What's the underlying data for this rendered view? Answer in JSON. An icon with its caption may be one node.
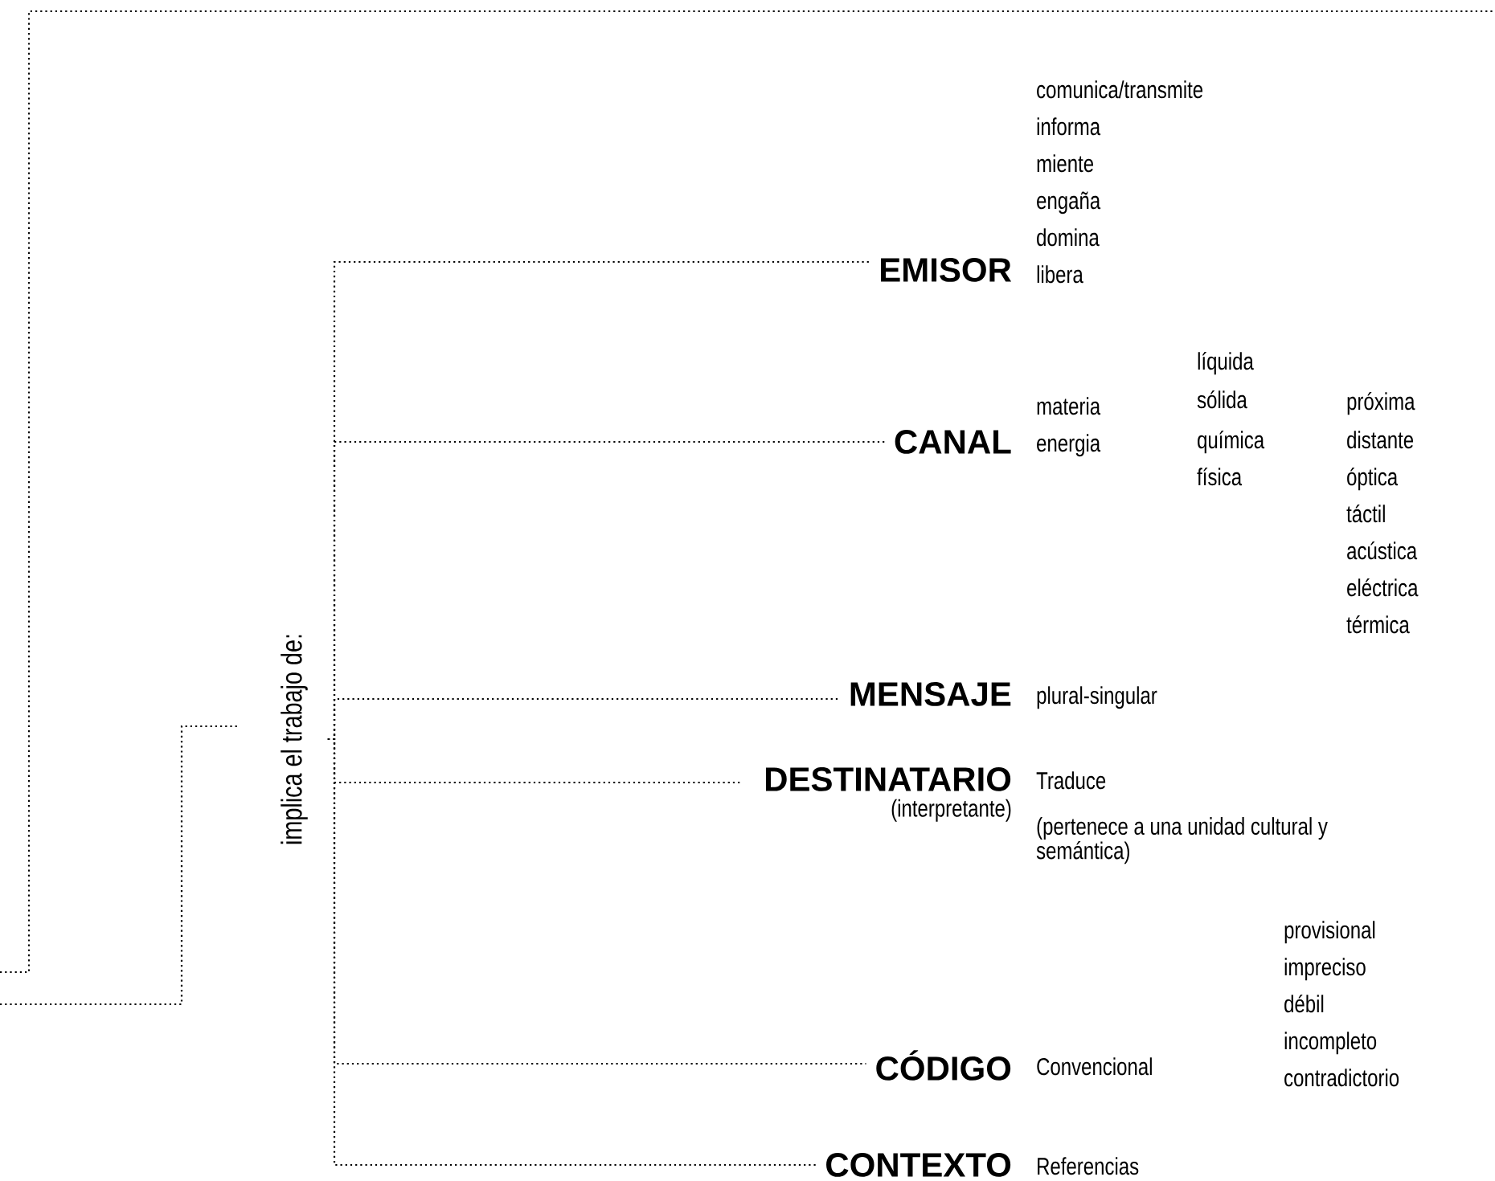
{
  "diagram": {
    "nodes": [
      {
        "text": [
          "implica el trabajo de:"
        ]
      },
      {
        "text": [
          "EMISOR"
        ],
        "beside": [
          "comunica/transmite",
          "informa",
          "miente",
          "engaña",
          "domina",
          "libera"
        ]
      },
      {
        "text": [
          "CANAL"
        ],
        "beside": [
          "materia",
          "energia",
          "líquida",
          "sólida",
          "química",
          "física",
          "próxima",
          "distante",
          "óptica",
          "táctil",
          "acústica",
          "eléctrica",
          "térmica"
        ]
      },
      {
        "text": [
          "MENSAJE"
        ],
        "beside": [
          "plural-singular"
        ]
      },
      {
        "text": [
          "DESTINATARIO",
          "(interpretante)"
        ],
        "beside": [
          "Traduce",
          "(pertenece a una unidad cultural y semántica)"
        ]
      },
      {
        "text": [
          "CÓDIGO"
        ],
        "beside": [
          "Convencional",
          "provisional",
          "impreciso",
          "débil",
          "incompleto",
          "contradictorio"
        ]
      },
      {
        "text": [
          "CONTEXTO"
        ],
        "beside": [
          "Referencias"
        ]
      }
    ],
    "edges": [
      {
        "from": 0,
        "to": 1,
        "arrow": "none"
      },
      {
        "from": 0,
        "to": 2,
        "arrow": "none"
      },
      {
        "from": 0,
        "to": 3,
        "arrow": "none"
      },
      {
        "from": 0,
        "to": 4,
        "arrow": "none"
      },
      {
        "from": 0,
        "to": 5,
        "arrow": "none"
      },
      {
        "from": 0,
        "to": 6,
        "arrow": "none"
      },
      {
        "from": null,
        "to": 0,
        "arrow": "none"
      }
    ]
  }
}
